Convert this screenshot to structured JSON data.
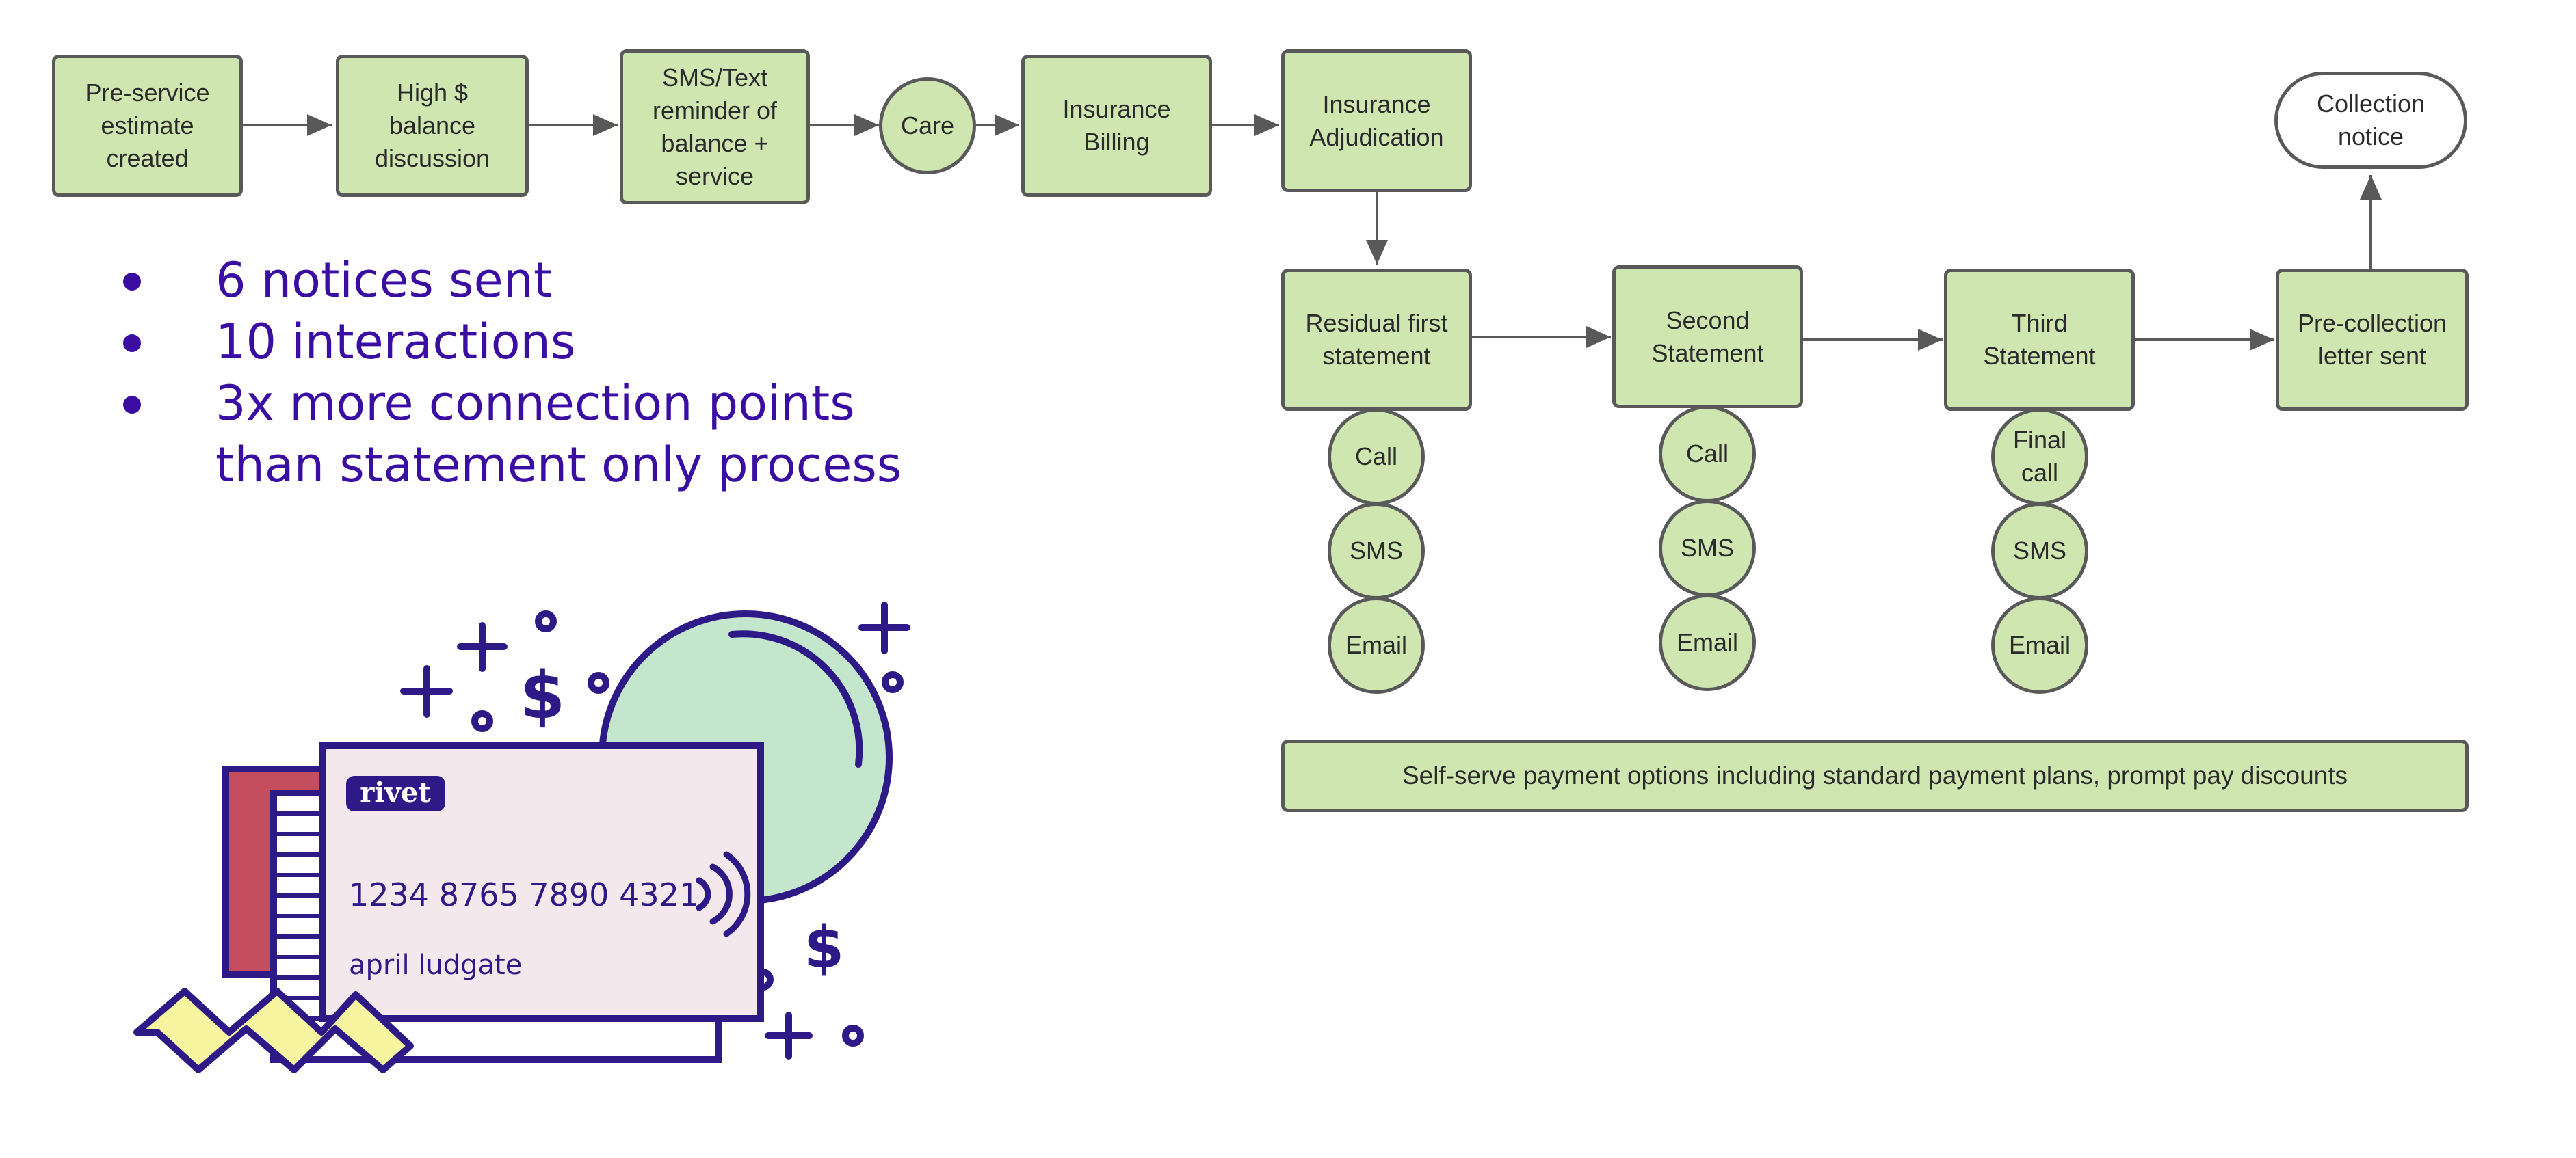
{
  "flow": {
    "pre_service_estimate": "Pre-service\nestimate\ncreated",
    "high_balance": "High $\nbalance\ndiscussion",
    "sms_reminder": "SMS/Text\nreminder of\nbalance +\nservice",
    "care": "Care",
    "insurance_billing": "Insurance\nBilling",
    "insurance_adjudication": "Insurance\nAdjudication",
    "collection_notice": "Collection\nnotice",
    "residual_first": "Residual first\nstatement",
    "second_statement": "Second\nStatement",
    "third_statement": "Third\nStatement",
    "pre_collection": "Pre-collection\nletter sent",
    "col1": {
      "call": "Call",
      "sms": "SMS",
      "email": "Email"
    },
    "col2": {
      "call": "Call",
      "sms": "SMS",
      "email": "Email"
    },
    "col3": {
      "call": "Final\ncall",
      "sms": "SMS",
      "email": "Email"
    },
    "self_serve": "Self-serve payment options including standard payment plans, prompt pay discounts"
  },
  "bullets": [
    "6 notices sent",
    "10 interactions",
    "3x more connection points than statement only process"
  ],
  "card": {
    "brand": "rivet",
    "number": "1234 8765 7890 4321",
    "name": "april ludgate"
  },
  "colors": {
    "node_fill": "#cfe6b1",
    "node_border": "#595959",
    "text_purple": "#3b0ea3",
    "card_pink": "#f5e8ec",
    "mint": "#c4e6cd",
    "red": "#c44e5e",
    "yellow": "#f8f5a0"
  }
}
